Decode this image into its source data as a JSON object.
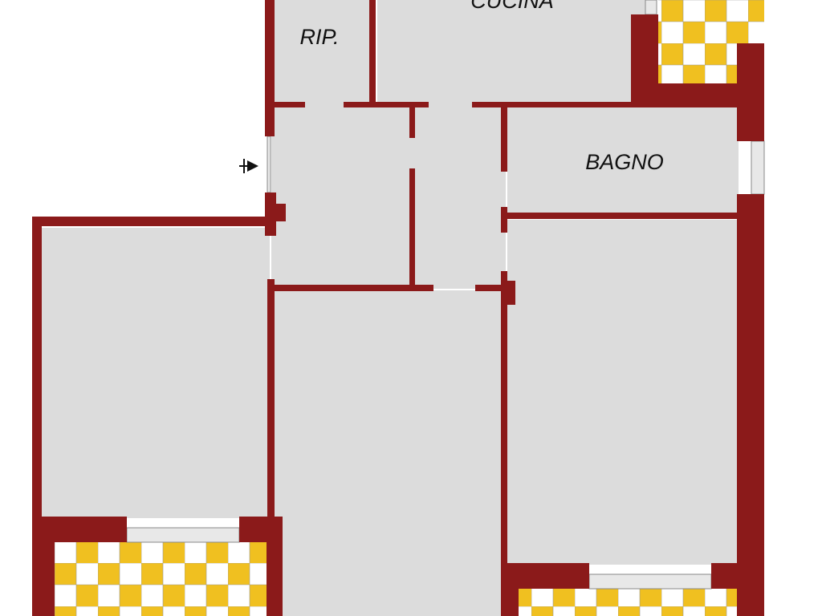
{
  "rooms": {
    "kitchen": "CUCINA",
    "storage": "RIP.",
    "bathroom": "BAGNO"
  },
  "colors": {
    "wall": "#8b1a1a",
    "floor": "#dcdcdc",
    "tile_yellow": "#f0c020",
    "tile_white": "#ffffff",
    "window": "#e8e8e8"
  },
  "icons": {
    "entrance": "entrance-arrow-icon"
  }
}
